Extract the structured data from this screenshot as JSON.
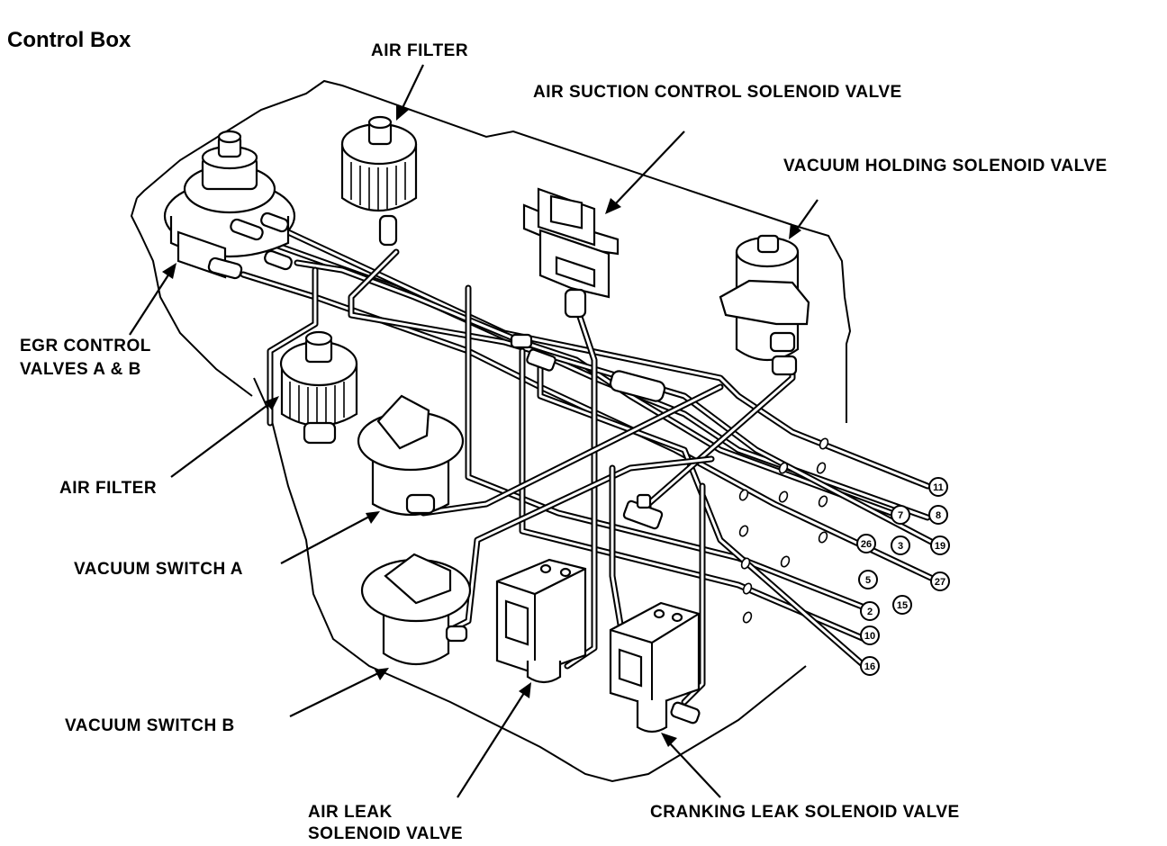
{
  "title": "Control Box",
  "labels": {
    "air_filter_top": "AIR FILTER",
    "air_suction_control": "AIR SUCTION CONTROL SOLENOID VALVE",
    "vacuum_holding": "VACUUM HOLDING SOLENOID VALVE",
    "egr_line1": "EGR CONTROL",
    "egr_line2": "VALVES A & B",
    "air_filter_left": "AIR FILTER",
    "vacuum_switch_a": "VACUUM SWITCH A",
    "vacuum_switch_b": "VACUUM SWITCH B",
    "air_leak_line1": "AIR LEAK",
    "air_leak_line2": "SOLENOID VALVE",
    "cranking_leak": "CRANKING LEAK SOLENOID VALVE"
  },
  "ports": [
    "11",
    "8",
    "7",
    "19",
    "3",
    "26",
    "27",
    "5",
    "15",
    "2",
    "10",
    "16"
  ]
}
